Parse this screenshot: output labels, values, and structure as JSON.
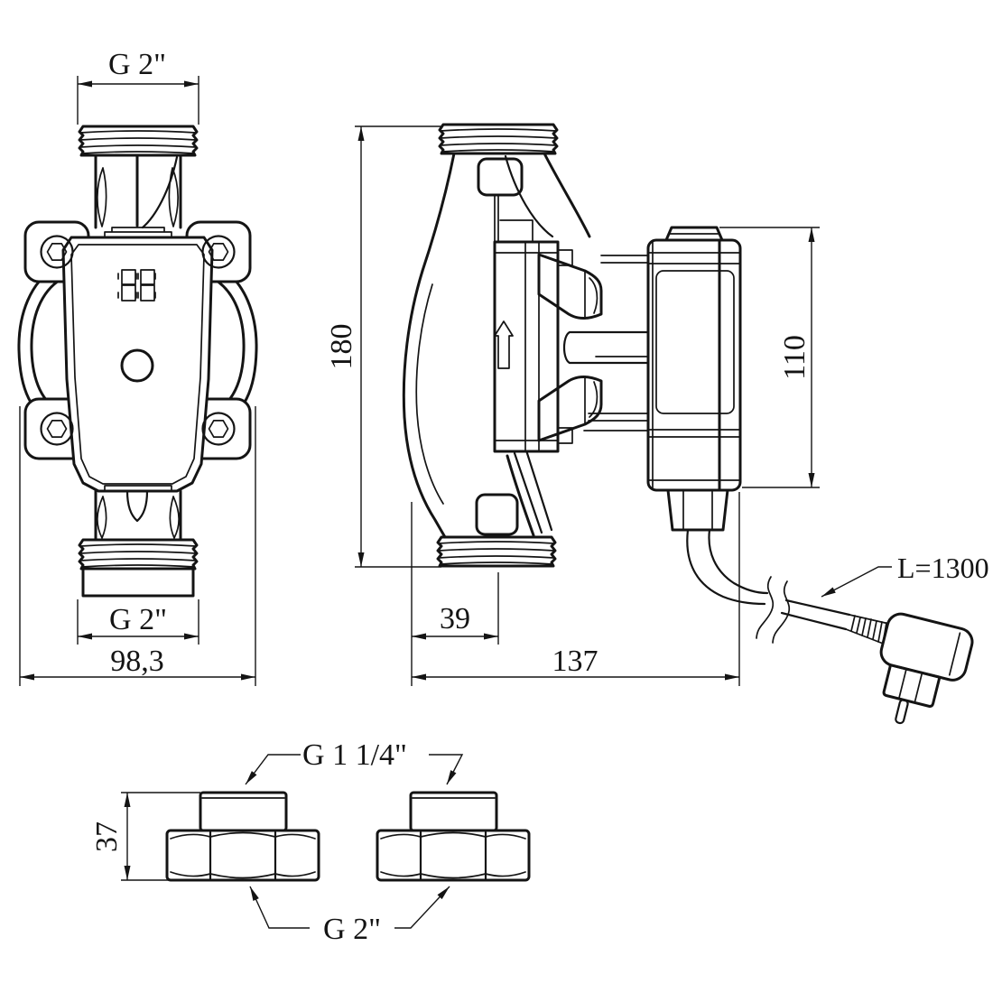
{
  "page": {
    "background": "#ffffff",
    "line_color": "#141414"
  },
  "front_view": {
    "thread_top_label": "G 2\"",
    "thread_bottom_label": "G 2\"",
    "overall_width_label": "98,3",
    "display_value": "88"
  },
  "side_view": {
    "overall_height_label": "180",
    "port_offset_label": "39",
    "overall_length_label": "137",
    "motor_body_height_label": "110",
    "cable_length_label": "L=1300"
  },
  "fittings": {
    "union_thread_label": "G 1 1/4\"",
    "nut_height_label": "37",
    "nut_thread_label": "G 2\""
  }
}
